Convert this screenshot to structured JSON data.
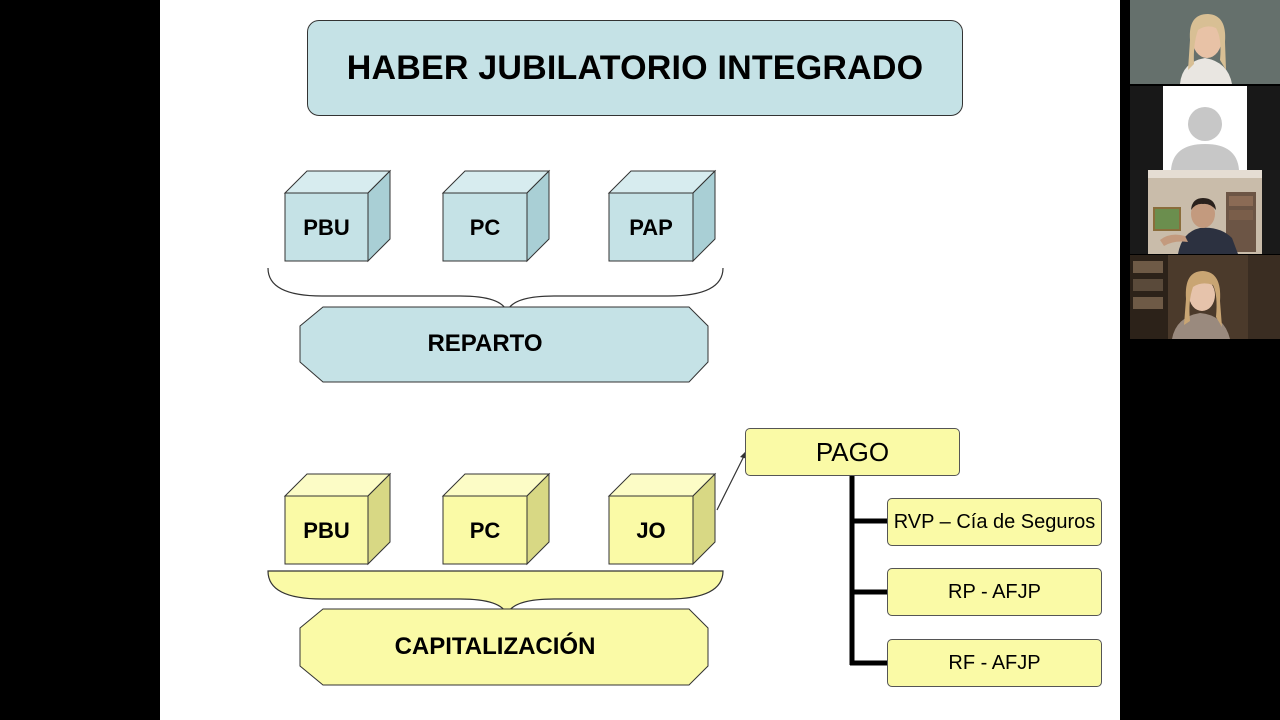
{
  "slide": {
    "title": "HABER JUBILATORIO INTEGRADO",
    "reparto": {
      "cubes": [
        "PBU",
        "PC",
        "PAP"
      ],
      "label": "REPARTO"
    },
    "capitalizacion": {
      "cubes": [
        "PBU",
        "PC",
        "JO"
      ],
      "label": "CAPITALIZACIÓN"
    },
    "pago": {
      "label": "PAGO",
      "options": [
        "RVP – Cía de Seguros",
        "RP - AFJP",
        "RF - AFJP"
      ]
    }
  },
  "colors": {
    "teal_fill": "#c5e2e6",
    "yellow_fill": "#fafaa6",
    "cube_teal_top": "#d7ecef",
    "cube_teal_side": "#a9cfd5",
    "cube_yellow_top": "#fcfcc6",
    "cube_yellow_side": "#d8d884"
  },
  "video_tiles": [
    "participant-video",
    "participant-placeholder",
    "participant-video",
    "participant-video"
  ]
}
